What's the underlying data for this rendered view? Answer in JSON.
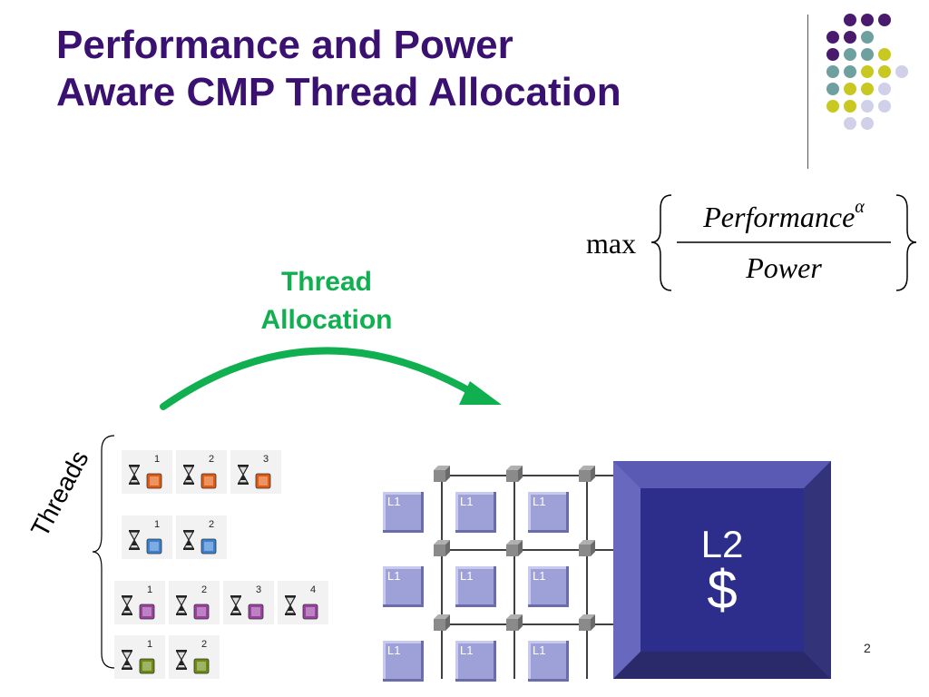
{
  "title": {
    "line1": "Performance and Power",
    "line2": "Aware CMP Thread Allocation"
  },
  "formula": {
    "operator": "max",
    "numerator": "Performance",
    "exponent": "α",
    "denominator": "Power"
  },
  "arrow": {
    "label_line1": "Thread",
    "label_line2": "Allocation"
  },
  "threads": {
    "label": "Threads",
    "groups": [
      {
        "icon": "fire-icon",
        "numbers": [
          "1",
          "2",
          "3"
        ]
      },
      {
        "icon": "media-icon",
        "numbers": [
          "1",
          "2"
        ]
      },
      {
        "icon": "archive-icon",
        "numbers": [
          "1",
          "2",
          "3",
          "4"
        ]
      },
      {
        "icon": "game-icon",
        "numbers": [
          "1",
          "2"
        ]
      }
    ]
  },
  "chip": {
    "l1_label": "L1",
    "l2_label": "L2",
    "l2_symbol": "$"
  },
  "page_number": "2",
  "colors": {
    "title": "#3a1070",
    "arrow": "#10b050",
    "l1": "#9ea0d8",
    "l2": "#2d2d8c",
    "dot_purple": "#4a1a6e",
    "dot_teal": "#6fa0a0",
    "dot_yellow": "#c8c820",
    "dot_lavender": "#d0d0e8"
  }
}
